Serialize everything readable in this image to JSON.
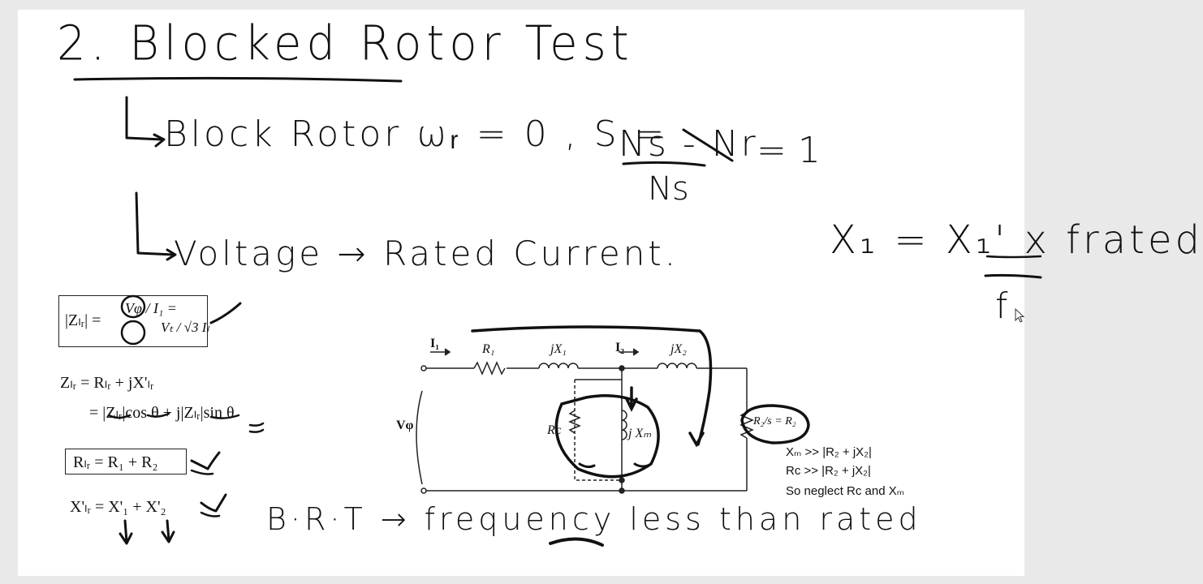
{
  "heading": {
    "title": "2. Blocked Rotor Test"
  },
  "notes": {
    "line1": "Block Rotor  ωᵣ = 0 , S =",
    "ns_num": "Ns - Nr",
    "ns_den": "Ns",
    "ns_result": "= 1",
    "line2": "Voltage → Rated Current.",
    "x1_eq": "X₁ = X₁' x",
    "f_rated": "frated",
    "f_bottom": "f",
    "brt": "B·R·T → frequency less than rated"
  },
  "equations": {
    "zlr_mag": "|Zₗᵣ| =",
    "zlr_frac": "Vφ / I₁ =",
    "zlr_frac2": "Vₜ / √3 Iₗ",
    "zlr_line1": "Zₗᵣ = Rₗᵣ + jX'ₗᵣ",
    "zlr_line2": "= |Zₗᵣ|cos θ + j|Zₗᵣ|sin θ",
    "rlr": "Rₗᵣ = R₁ + R₂",
    "xlr": "X'ₗᵣ = X'₁ + X'₂"
  },
  "circuit": {
    "i1": "I₁",
    "r1": "R₁",
    "jx1": "jX₁",
    "i2": "I₂",
    "jx2": "jX₂",
    "vphi": "Vφ",
    "rc": "Rᴄ",
    "jxm": "j Xₘ",
    "r2s": "R₂/s = R₂",
    "cond1": "Xₘ >> |R₂ + jX₂|",
    "cond2": "Rᴄ >> |R₂ + jX₂|",
    "cond3": "So neglect Rᴄ and Xₘ"
  },
  "colors": {
    "ink": "#111111",
    "page": "#ffffff",
    "background": "#e9e9e9"
  }
}
